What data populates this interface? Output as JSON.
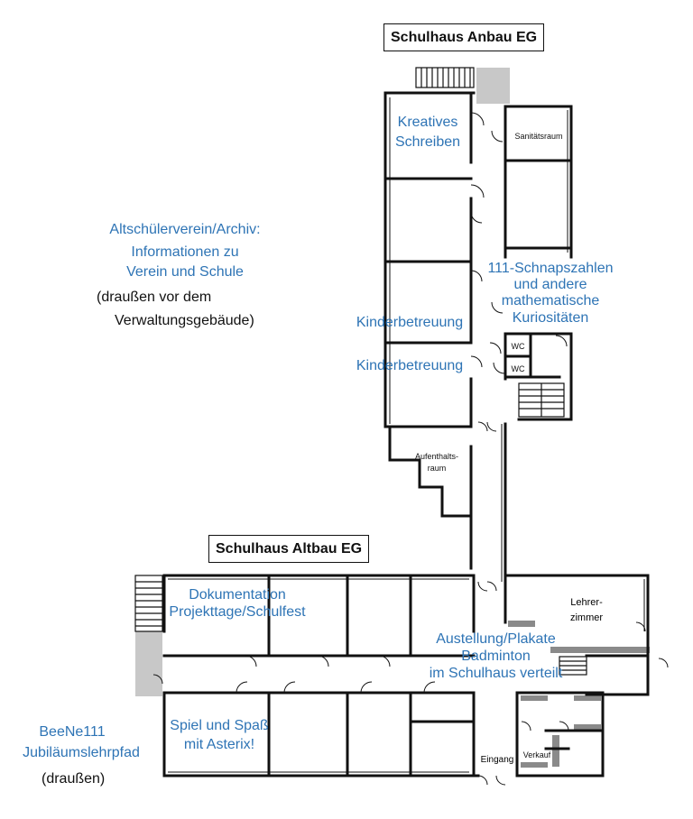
{
  "titles": {
    "anbau": "Schulhaus Anbau EG",
    "altbau": "Schulhaus Altbau EG"
  },
  "stations": {
    "kreatives_1": "Kreatives",
    "kreatives_2": "Schreiben",
    "kinder_1": "Kinderbetreuung",
    "kinder_2": "Kinderbetreuung",
    "math_1": "111-Schnapszahlen",
    "math_2": "und andere",
    "math_3": "mathematische",
    "math_4": "Kuriositäten",
    "doku_1": "Dokumentation",
    "doku_2": "Projekttage/Schulfest",
    "spiel_1": "Spiel und Spaß",
    "spiel_2": "mit Asterix!",
    "ausst_1": "Austellung/Plakate",
    "ausst_2": "Badminton",
    "ausst_3": "im Schulhaus verteilt",
    "archiv_1": "Altschülerverein/Archiv:",
    "archiv_2": "Informationen zu",
    "archiv_3": "Verein und Schule",
    "beene_1": "BeeNe111",
    "beene_2": "Jubiläumslehrpfad"
  },
  "notes": {
    "archiv_1": "(draußen vor dem",
    "archiv_2": "Verwaltungsgebäude)",
    "beene": "(draußen)"
  },
  "rooms": {
    "sanitaet": "Sanitätsraum",
    "wc_1": "WC",
    "wc_2": "WC",
    "aufenthalt_1": "Aufenthalts-",
    "aufenthalt_2": "raum",
    "lehrer_1": "Lehrer-",
    "lehrer_2": "zimmer",
    "verkauf": "Verkauf",
    "eingang": "Eingang"
  },
  "colors": {
    "label_blue": "#2e74b5",
    "wall": "#111111",
    "stair_fill": "#c8c8c8"
  }
}
